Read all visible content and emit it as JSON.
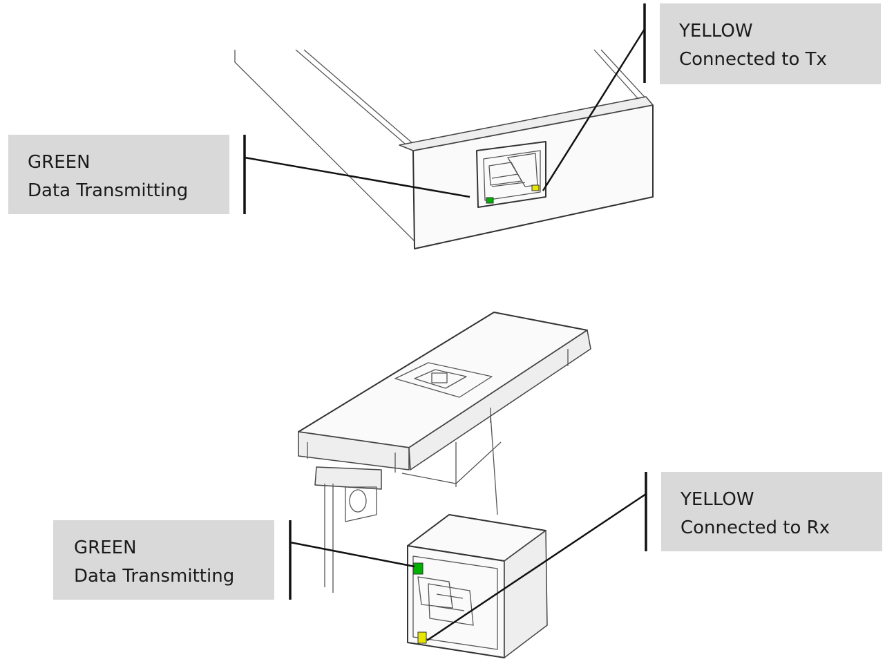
{
  "callouts": {
    "top_yellow": {
      "color": "YELLOW",
      "status": "Connected to Tx",
      "led_hex": "#e6e600"
    },
    "top_green": {
      "color": "GREEN",
      "status": "Data Transmitting",
      "led_hex": "#00b000"
    },
    "bottom_yellow": {
      "color": "YELLOW",
      "status": "Connected to Rx",
      "led_hex": "#e6e600"
    },
    "bottom_green": {
      "color": "GREEN",
      "status": "Data Transmitting",
      "led_hex": "#00b000"
    }
  },
  "colors": {
    "callout_bg": "#d9d9d9",
    "line": "#111111"
  }
}
